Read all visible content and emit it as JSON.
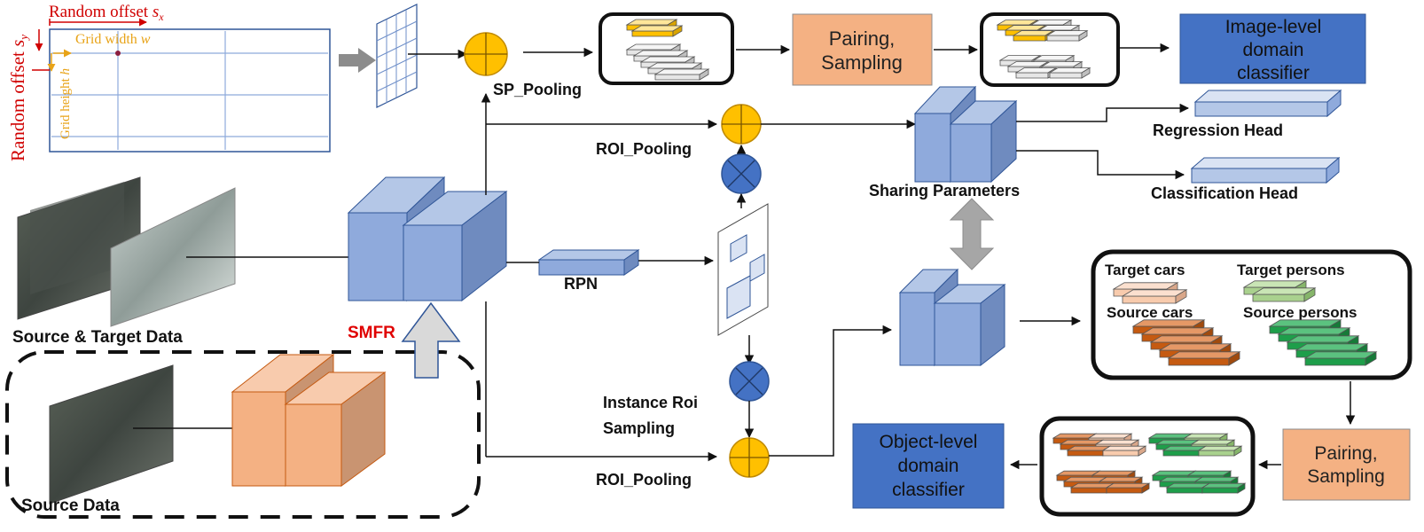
{
  "grid_panel": {
    "offset_y_label": "Random offset ",
    "offset_y_sym": "s",
    "offset_y_sub": "y",
    "offset_x_label": "Random offset ",
    "offset_x_sym": "s",
    "offset_x_sub": "x",
    "grid_width_label": "Grid width ",
    "grid_width_sym": "w",
    "grid_height_label": "Grid height ",
    "grid_height_sym": "h"
  },
  "labels": {
    "sp_pooling": "SP_Pooling",
    "roi_pooling_top": "ROI_Pooling",
    "roi_pooling_bottom": "ROI_Pooling",
    "rpn": "RPN",
    "smfr": "SMFR",
    "source_target_data": "Source & Target Data",
    "source_data": "Source Data",
    "instance_roi_line1": "Instance Roi",
    "instance_roi_line2": "Sampling",
    "sharing_parameters": "Sharing Parameters",
    "regression_head": "Regression Head",
    "classification_head": "Classification Head",
    "target_cars": "Target cars",
    "target_persons": "Target persons",
    "source_cars": "Source cars",
    "source_persons": "Source persons"
  },
  "boxes": {
    "pairing_top": [
      "Pairing,",
      "Sampling"
    ],
    "pairing_bottom": [
      "Pairing,",
      "Sampling"
    ],
    "image_classifier": [
      "Image-level",
      "domain",
      "classifier"
    ],
    "object_classifier": [
      "Object-level",
      "domain",
      "classifier"
    ]
  },
  "colors": {
    "blue_box": "#4472c4",
    "orange_box": "#f4b183",
    "feature_blue": "#8faadc",
    "feature_orange": "#f4b183",
    "smfr_red": "#e00000",
    "offset_red": "#d00000",
    "grid_yellow": "#e8a317",
    "sum_yellow": "#ffc000",
    "mult_blue": "#4472c4"
  },
  "icons": {
    "sum": "circle-plus-icon",
    "multiply": "circle-times-icon"
  }
}
